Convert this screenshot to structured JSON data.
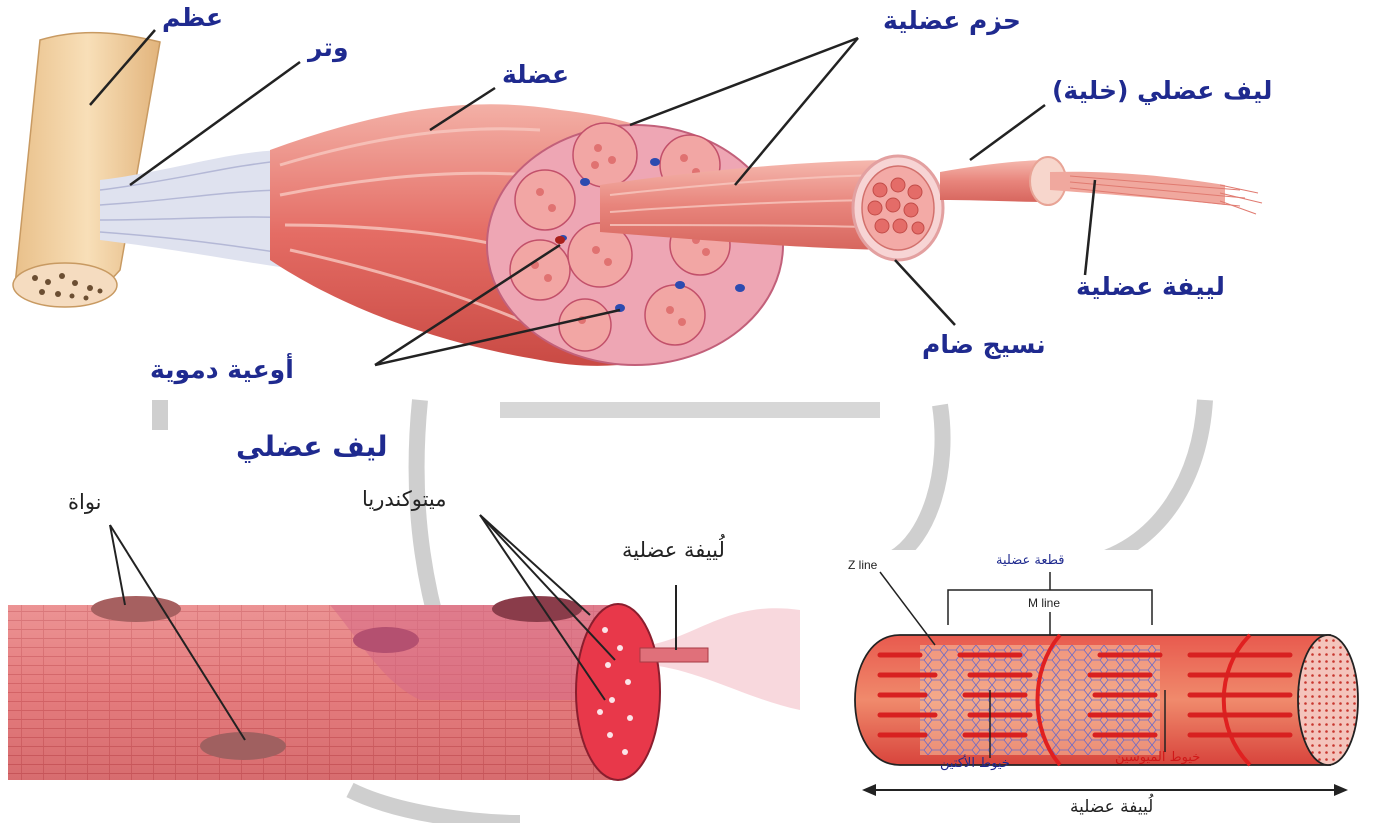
{
  "labels": {
    "bone": "عظم",
    "tendon": "وتر",
    "muscle": "عضلة",
    "fascicles": "حزم عضلية",
    "muscle_fiber_cell": "ليف عضلي (خلية)",
    "myofibril_top": "لييفة عضلية",
    "connective_tissue": "نسيج ضام",
    "blood_vessels": "أوعية دموية",
    "muscle_fiber": "ليف عضلي",
    "nucleus": "نواة",
    "mitochondria": "ميتوكندريا",
    "myofibril_mid": "لُييفة عضلية",
    "z_line": "Z line",
    "sarcomere": "قطعة عضلية",
    "m_line": "M line",
    "actin": "خيوط الأكتين",
    "myosin": "خيوط الميوسين",
    "myofibril_bottom": "لُييفة عضلية"
  },
  "colors": {
    "label_blue": "#1f2a8f",
    "muscle_red": "#e0665e",
    "bone": "#f1cfa0",
    "myosin_red": "#d01818"
  }
}
